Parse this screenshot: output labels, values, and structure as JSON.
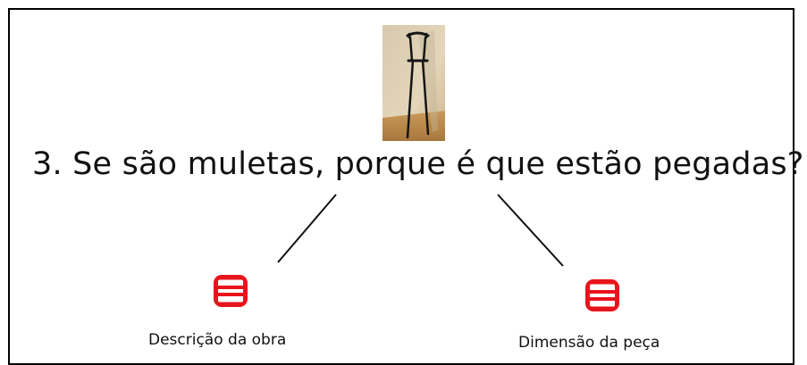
{
  "question": {
    "text": "3. Se são muletas, porque é que estão pegadas?"
  },
  "nodes": [
    {
      "label": "Descrição da obra",
      "icon": "note-icon"
    },
    {
      "label": "Dimensão da peça",
      "icon": "note-icon"
    }
  ],
  "colors": {
    "icon": "#e8141c",
    "line": "#111111"
  }
}
